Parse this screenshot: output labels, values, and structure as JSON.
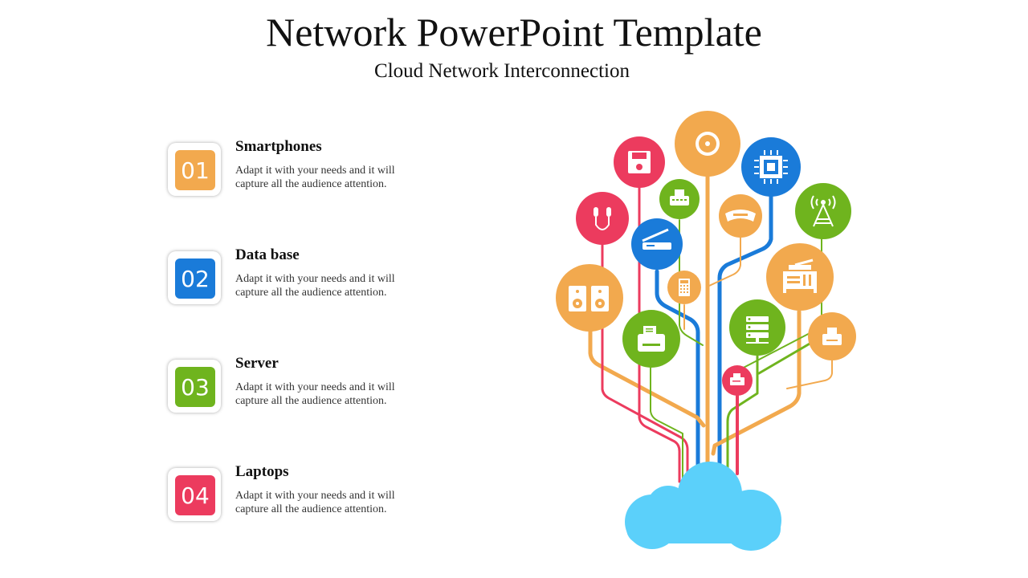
{
  "header": {
    "title": "Network PowerPoint Template",
    "subtitle": "Cloud Network Interconnection"
  },
  "items": [
    {
      "number": "01",
      "title": "Smartphones",
      "description": "Adapt it with your needs and it will capture all the audience attention.",
      "color": "#F2A94E"
    },
    {
      "number": "02",
      "title": "Data base",
      "description": "Adapt it with your needs and it will capture all the audience attention.",
      "color": "#1A7BD9"
    },
    {
      "number": "03",
      "title": "Server",
      "description": "Adapt it with your needs and it will capture all the audience attention.",
      "color": "#6FB41E"
    },
    {
      "number": "04",
      "title": "Laptops",
      "description": "Adapt it with your needs and it will capture all the audience attention.",
      "color": "#EC3B5E"
    }
  ],
  "colors": {
    "orange": "#F2A94E",
    "blue": "#1A7BD9",
    "green": "#6FB41E",
    "pink": "#EC3B5E",
    "cloud": "#5BD0FA"
  },
  "tree_icons": [
    "cd-disc-icon",
    "floppy-disk-icon",
    "cpu-chip-icon",
    "typewriter-icon",
    "vr-headset-icon",
    "cell-tower-icon",
    "earphones-icon",
    "scanner-icon",
    "photocopier-icon",
    "calculator-icon",
    "speakers-icon",
    "printer-icon",
    "server-rack-icon",
    "small-printer-icon",
    "fax-machine-icon",
    "cloud-icon"
  ]
}
